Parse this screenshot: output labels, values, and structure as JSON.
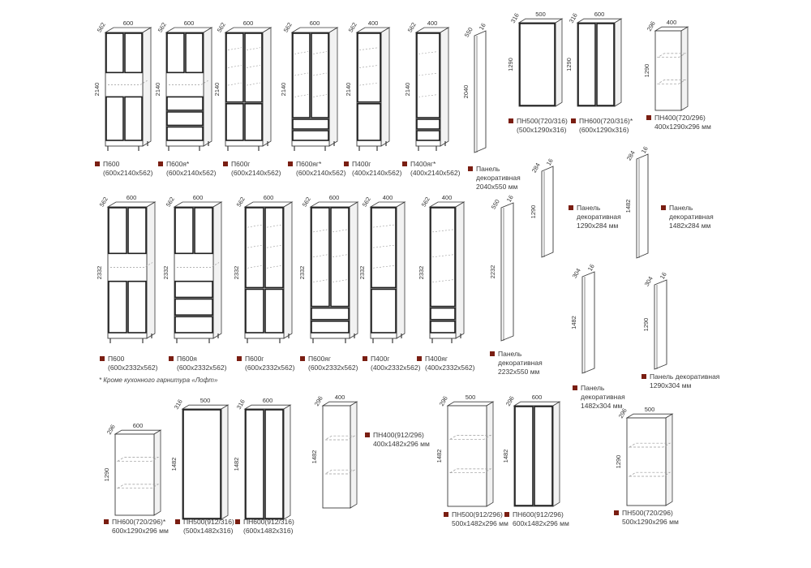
{
  "colors": {
    "marker": "#7a1e12",
    "outline": "#3a3a3a",
    "door": "#1e1e1e",
    "guide": "#9a9a9a"
  },
  "footnote": "* Кроме кухонного гарнитура «Лофт»",
  "items": [
    {
      "id": "p600-2140",
      "l1": "П600",
      "l2": "(600x2140x562)",
      "w": "600",
      "d": "562",
      "h": "2140",
      "kind": "tall-open"
    },
    {
      "id": "p600ya-2140",
      "l1": "П600я*",
      "l2": "(600x2140x562)",
      "w": "600",
      "d": "562",
      "h": "2140",
      "kind": "tall-drawers"
    },
    {
      "id": "p600g-2140",
      "l1": "П600г",
      "l2": "(600x2140x562)",
      "w": "600",
      "d": "562",
      "h": "2140",
      "kind": "tall-glass"
    },
    {
      "id": "p600yag-2140",
      "l1": "П600яг*",
      "l2": "(600x2140x562)",
      "w": "600",
      "d": "562",
      "h": "2140",
      "kind": "tall-glass-drawers"
    },
    {
      "id": "p400g-2140",
      "l1": "П400г",
      "l2": "(400x2140x562)",
      "w": "400",
      "d": "562",
      "h": "2140",
      "kind": "tall-glass-narrow"
    },
    {
      "id": "p400yag-2140",
      "l1": "П400яг*",
      "l2": "(400x2140x562)",
      "w": "400",
      "d": "562",
      "h": "2140",
      "kind": "tall-glass-drawers-narrow"
    },
    {
      "id": "panel-2040",
      "l1": "Панель",
      "l2": "декоративная",
      "l3": "2040x550 мм",
      "w": "550",
      "d": "16",
      "h": "2040",
      "kind": "panel"
    },
    {
      "id": "pn500-720",
      "l1": "ПН500(720/316)",
      "l2": "(500x1290x316)",
      "w": "500",
      "d": "316",
      "h": "1290",
      "kind": "upper-single"
    },
    {
      "id": "pn600-720",
      "l1": "ПН600(720/316)*",
      "l2": "(600x1290x316)",
      "w": "600",
      "d": "316",
      "h": "1290",
      "kind": "upper-double"
    },
    {
      "id": "pn400-720",
      "l1": "ПН400(720/296)",
      "l2": "400x1290x296 мм",
      "w": "400",
      "d": "296",
      "h": "1290",
      "kind": "upper-open"
    },
    {
      "id": "panel-1290x284",
      "l1": "Панель",
      "l2": "декоративная",
      "l3": "1290x284 мм",
      "w": "284",
      "d": "16",
      "h": "1290",
      "kind": "panel"
    },
    {
      "id": "panel-1482x284",
      "l1": "Панель",
      "l2": "декоративная",
      "l3": "1482x284 мм",
      "w": "284",
      "d": "16",
      "h": "1482",
      "kind": "panel"
    },
    {
      "id": "p600-2332",
      "l1": "П600",
      "l2": "(600x2332x562)",
      "w": "600",
      "d": "562",
      "h": "2332",
      "kind": "tall-open"
    },
    {
      "id": "p600ya-2332",
      "l1": "П600я",
      "l2": "(600x2332x562)",
      "w": "600",
      "d": "562",
      "h": "2332",
      "kind": "tall-drawers"
    },
    {
      "id": "p600g-2332",
      "l1": "П600г",
      "l2": "(600x2332x562)",
      "w": "600",
      "d": "562",
      "h": "2332",
      "kind": "tall-glass"
    },
    {
      "id": "p600yag-2332",
      "l1": "П600яг",
      "l2": "(600x2332x562)",
      "w": "600",
      "d": "562",
      "h": "2332",
      "kind": "tall-glass-drawers"
    },
    {
      "id": "p400g-2332",
      "l1": "П400г",
      "l2": "(400x2332x562)",
      "w": "400",
      "d": "562",
      "h": "2332",
      "kind": "tall-glass-narrow"
    },
    {
      "id": "p400yag-2332",
      "l1": "П400яг",
      "l2": "(400x2332x562)",
      "w": "400",
      "d": "562",
      "h": "2332",
      "kind": "tall-glass-drawers-narrow"
    },
    {
      "id": "panel-2232",
      "l1": "Панель",
      "l2": "декоративная",
      "l3": "2232x550 мм",
      "w": "550",
      "d": "16",
      "h": "2232",
      "kind": "panel"
    },
    {
      "id": "panel-1482x304",
      "l1": "Панель",
      "l2": "декоративная",
      "l3": "1482x304 мм",
      "w": "304",
      "d": "16",
      "h": "1482",
      "kind": "panel"
    },
    {
      "id": "panel-1290x304",
      "l1": "Панель декоративная",
      "l2": "1290x304 мм",
      "w": "304",
      "d": "16",
      "h": "1290",
      "kind": "panel"
    },
    {
      "id": "pn600-720-296",
      "l1": "ПН600(720/296)*",
      "l2": "600x1290x296 мм",
      "w": "600",
      "d": "296",
      "h": "1290",
      "kind": "upper-open"
    },
    {
      "id": "pn500-912",
      "l1": "ПН500(912/316)",
      "l2": "(500x1482x316)",
      "w": "500",
      "d": "316",
      "h": "1482",
      "kind": "upper-single"
    },
    {
      "id": "pn600-912",
      "l1": "ПН600(912/316)",
      "l2": "(600x1482x316)",
      "w": "600",
      "d": "316",
      "h": "1482",
      "kind": "upper-double"
    },
    {
      "id": "pn400-912",
      "l1": "ПН400(912/296)",
      "l2": "400x1482x296 мм",
      "w": "400",
      "d": "296",
      "h": "1482",
      "kind": "upper-open"
    },
    {
      "id": "pn500-912-296",
      "l1": "ПН500(912/296)",
      "l2": "500x1482x296 мм",
      "w": "500",
      "d": "296",
      "h": "1482",
      "kind": "upper-open"
    },
    {
      "id": "pn600-912-296",
      "l1": "ПН600(912/296)",
      "l2": "600x1482x296 мм",
      "w": "600",
      "d": "296",
      "h": "1482",
      "kind": "upper-double"
    },
    {
      "id": "pn500-720-296",
      "l1": "ПН500(720/296)",
      "l2": "500x1290x296 мм",
      "w": "500",
      "d": "296",
      "h": "1290",
      "kind": "upper-open"
    }
  ]
}
